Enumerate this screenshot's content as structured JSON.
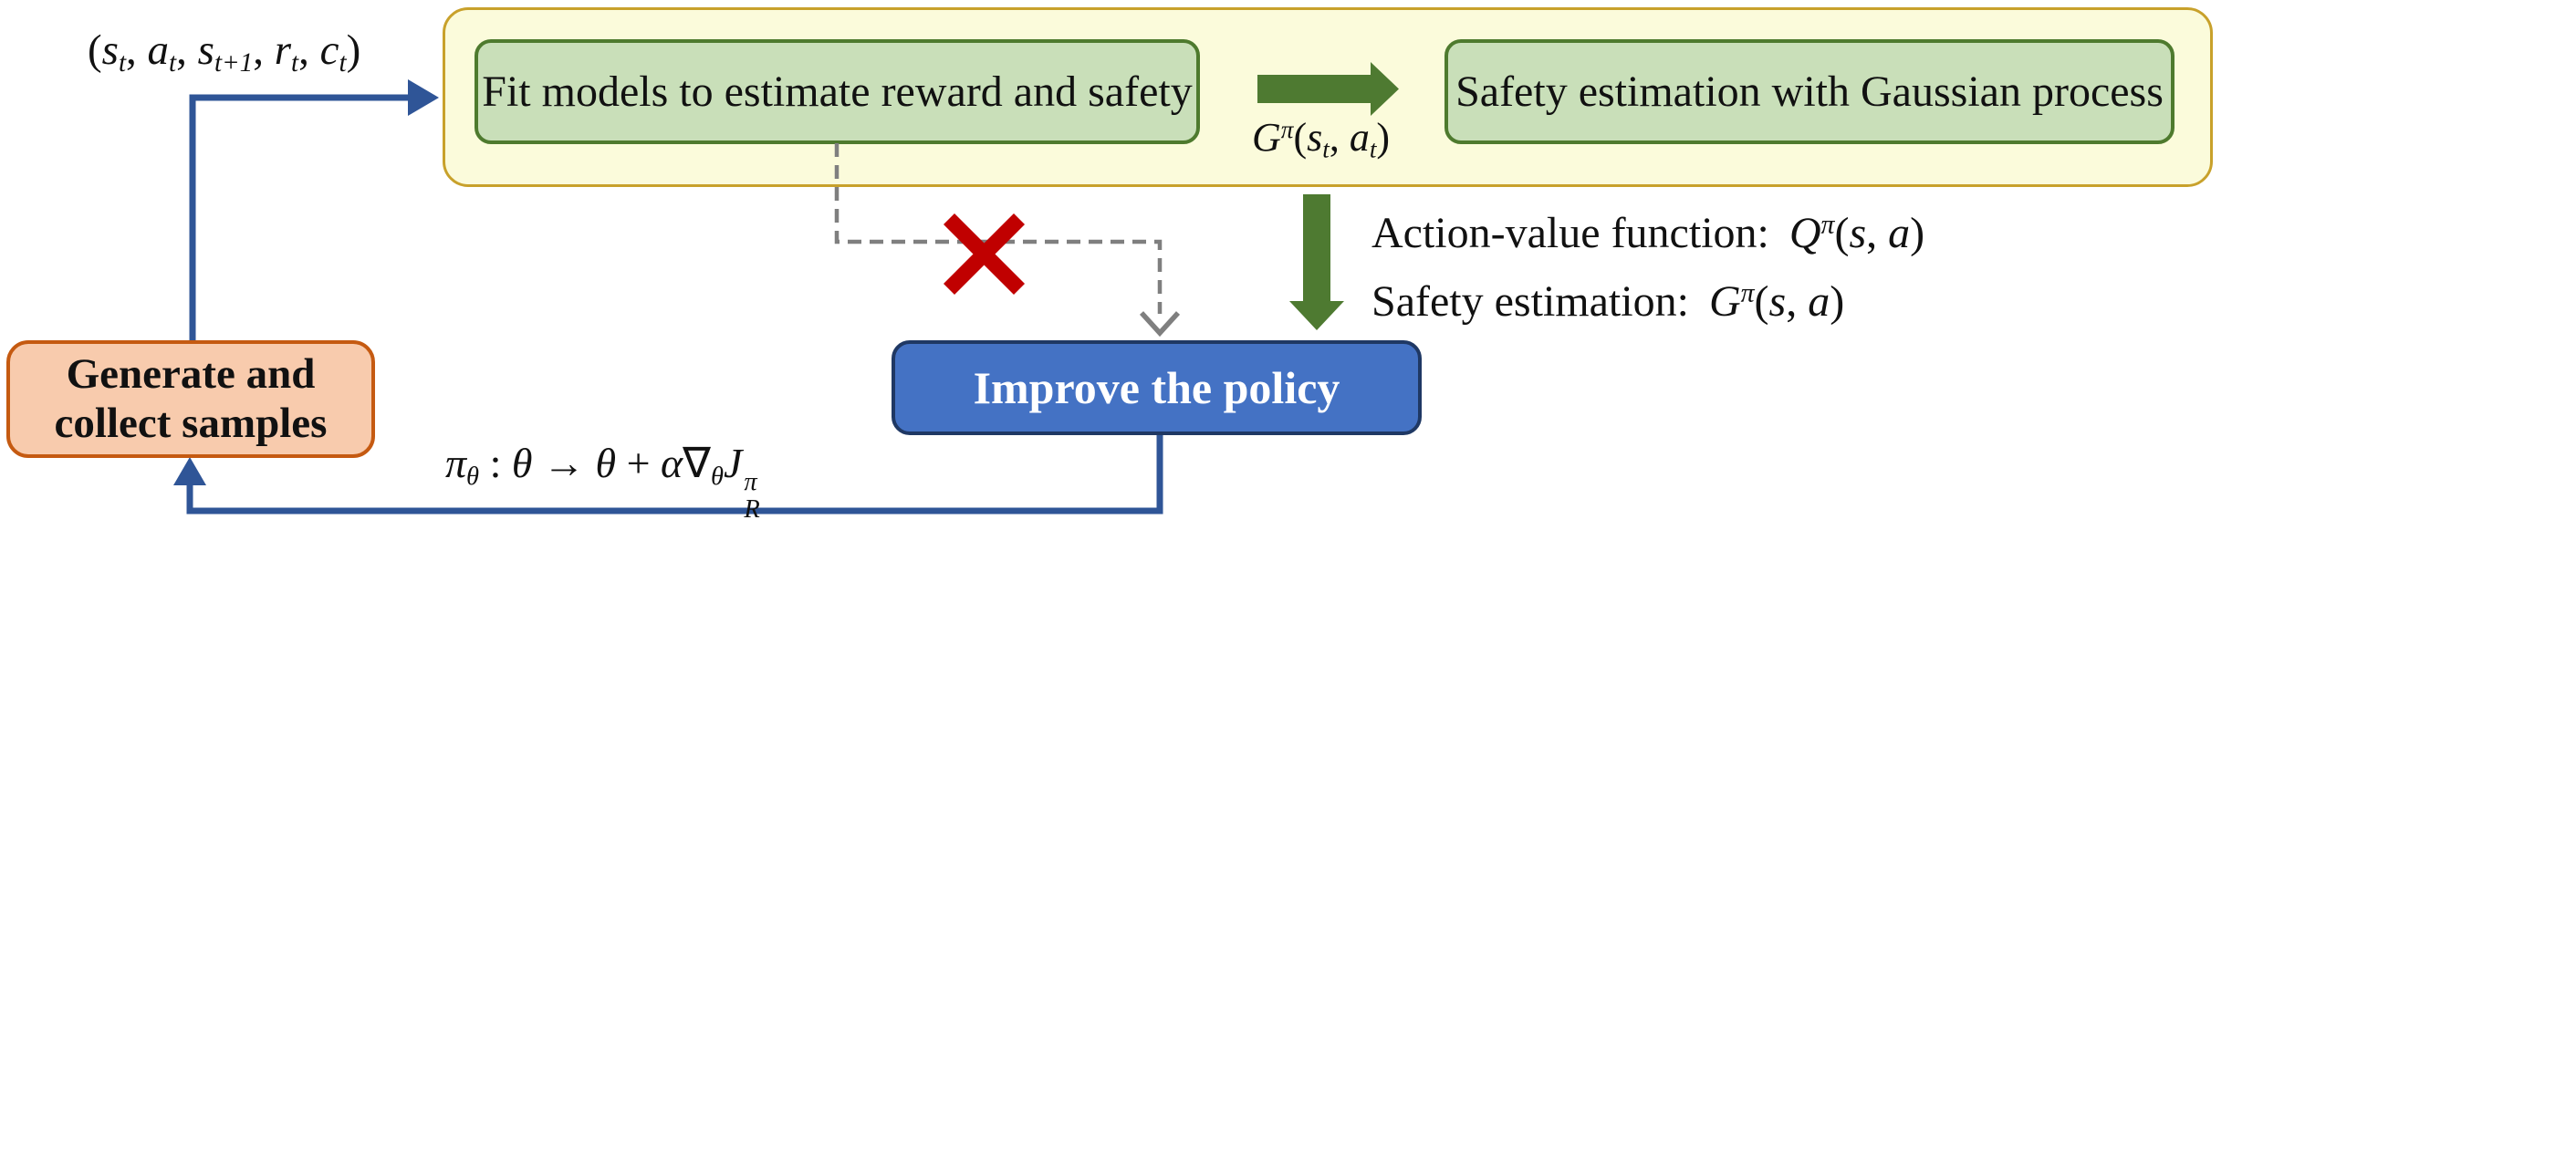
{
  "figure": {
    "title_hint": "Safe model-based RL loop with Gaussian-process safety estimation",
    "colors": {
      "background": "#ffffff",
      "container_fill": "#FBFBDB",
      "container_border": "#C8A12B",
      "green_fill": "#C9DFB9",
      "green_border": "#4E7A2E",
      "green_arrow": "#4E7A31",
      "blue_fill": "#4472C4",
      "blue_border": "#1F3864",
      "blue_text": "#FFFFFF",
      "orange_fill": "#F8CBAD",
      "orange_border": "#C55A11",
      "flow_blue": "#2F5597",
      "dashed_gray": "#7F7F7F",
      "cross_red": "#C00000"
    },
    "nodes": {
      "fit_models": {
        "label": "Fit models to estimate reward and safety"
      },
      "gp_estimation": {
        "label": "Safety estimation with Gaussian process"
      },
      "improve_policy": {
        "label": "Improve the policy"
      },
      "generate_samples": {
        "label_line1": "Generate and",
        "label_line2": "collect samples"
      }
    },
    "annotations": {
      "sample_tuple": {
        "math": [
          {
            "t": "(",
            "up": 1
          },
          {
            "t": "s",
            "sub": "t"
          },
          {
            "t": ", ",
            "up": 1
          },
          {
            "t": "a",
            "sub": "t"
          },
          {
            "t": ", ",
            "up": 1
          },
          {
            "t": "s",
            "sub": "t+1"
          },
          {
            "t": ", ",
            "up": 1
          },
          {
            "t": "r",
            "sub": "t"
          },
          {
            "t": ", ",
            "up": 1
          },
          {
            "t": "c",
            "sub": "t"
          },
          {
            "t": ")",
            "up": 1
          }
        ]
      },
      "gp_output": {
        "math": [
          {
            "t": "G",
            "sup": "π"
          },
          {
            "t": "(",
            "up": 1
          },
          {
            "t": "s",
            "sub": "t"
          },
          {
            "t": ", ",
            "up": 1
          },
          {
            "t": "a",
            "sub": "t"
          },
          {
            "t": ")",
            "up": 1
          }
        ]
      },
      "action_value": {
        "prefix": "Action-value function:",
        "math": [
          {
            "t": "Q",
            "sup": "π"
          },
          {
            "t": "(",
            "up": 1
          },
          {
            "t": "s"
          },
          {
            "t": ", ",
            "up": 1
          },
          {
            "t": "a"
          },
          {
            "t": ")",
            "up": 1
          }
        ]
      },
      "safety_estimation": {
        "prefix": "Safety estimation:",
        "math": [
          {
            "t": "G",
            "sup": "π"
          },
          {
            "t": "(",
            "up": 1
          },
          {
            "t": "s"
          },
          {
            "t": ", ",
            "up": 1
          },
          {
            "t": "a"
          },
          {
            "t": ")",
            "up": 1
          }
        ]
      },
      "policy_update": {
        "math": [
          {
            "t": "π",
            "sub": "θ"
          },
          {
            "t": " : ",
            "up": 1
          },
          {
            "t": "θ"
          },
          {
            "t": " → ",
            "up": 1
          },
          {
            "t": "θ"
          },
          {
            "t": " + ",
            "up": 1
          },
          {
            "t": "α"
          },
          {
            "t": "∇",
            "up": 1,
            "sub": "θ"
          },
          {
            "t": "J",
            "sup": "π",
            "sub": "R"
          }
        ]
      }
    }
  }
}
